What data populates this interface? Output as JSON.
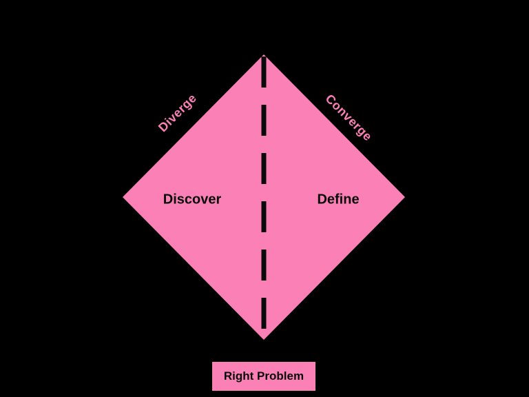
{
  "diagram": {
    "halves": {
      "left": "Discover",
      "right": "Define"
    },
    "edge_labels": {
      "left": "Diverge",
      "right": "Converge"
    },
    "bottom_box": "Right Problem"
  },
  "colors": {
    "background": "#000000",
    "pink": "#fa80b6",
    "ink": "#0a0a0a"
  }
}
